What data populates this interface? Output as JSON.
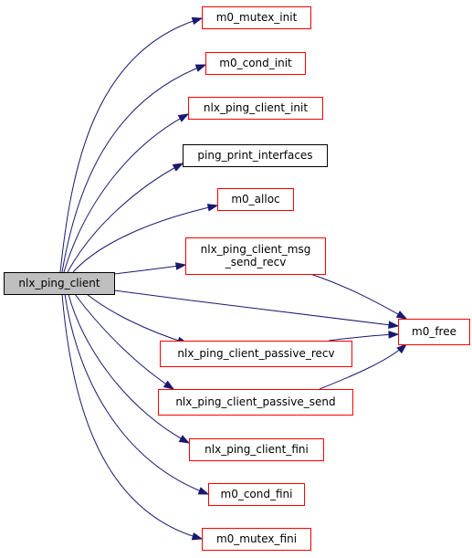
{
  "colors": {
    "root_fill": "#bfbfbf",
    "root_border": "#000000",
    "linked_border": "#ff0000",
    "plain_border": "#000000",
    "edge": "#191970"
  },
  "graph": {
    "root": {
      "id": "nlx_ping_client",
      "lines": [
        "nlx_ping_client"
      ]
    },
    "nodes": [
      {
        "id": "m0_mutex_init",
        "lines": [
          "m0_mutex_init"
        ],
        "border": "red"
      },
      {
        "id": "m0_cond_init",
        "lines": [
          "m0_cond_init"
        ],
        "border": "red"
      },
      {
        "id": "nlx_ping_client_init",
        "lines": [
          "nlx_ping_client_init"
        ],
        "border": "red"
      },
      {
        "id": "ping_print_interfaces",
        "lines": [
          "ping_print_interfaces"
        ],
        "border": "black"
      },
      {
        "id": "m0_alloc",
        "lines": [
          "m0_alloc"
        ],
        "border": "red"
      },
      {
        "id": "nlx_ping_client_msg_send_recv",
        "lines": [
          "nlx_ping_client_msg",
          "_send_recv"
        ],
        "border": "red"
      },
      {
        "id": "m0_free",
        "lines": [
          "m0_free"
        ],
        "border": "red"
      },
      {
        "id": "nlx_ping_client_passive_recv",
        "lines": [
          "nlx_ping_client_passive_recv"
        ],
        "border": "red"
      },
      {
        "id": "nlx_ping_client_passive_send",
        "lines": [
          "nlx_ping_client_passive_send"
        ],
        "border": "red"
      },
      {
        "id": "nlx_ping_client_fini",
        "lines": [
          "nlx_ping_client_fini"
        ],
        "border": "red"
      },
      {
        "id": "m0_cond_fini",
        "lines": [
          "m0_cond_fini"
        ],
        "border": "red"
      },
      {
        "id": "m0_mutex_fini",
        "lines": [
          "m0_mutex_fini"
        ],
        "border": "red"
      }
    ],
    "edges": [
      {
        "from": "nlx_ping_client",
        "to": "m0_mutex_init"
      },
      {
        "from": "nlx_ping_client",
        "to": "m0_cond_init"
      },
      {
        "from": "nlx_ping_client",
        "to": "nlx_ping_client_init"
      },
      {
        "from": "nlx_ping_client",
        "to": "ping_print_interfaces"
      },
      {
        "from": "nlx_ping_client",
        "to": "m0_alloc"
      },
      {
        "from": "nlx_ping_client",
        "to": "nlx_ping_client_msg_send_recv"
      },
      {
        "from": "nlx_ping_client",
        "to": "m0_free"
      },
      {
        "from": "nlx_ping_client",
        "to": "nlx_ping_client_passive_recv"
      },
      {
        "from": "nlx_ping_client",
        "to": "nlx_ping_client_passive_send"
      },
      {
        "from": "nlx_ping_client",
        "to": "nlx_ping_client_fini"
      },
      {
        "from": "nlx_ping_client",
        "to": "m0_cond_fini"
      },
      {
        "from": "nlx_ping_client",
        "to": "m0_mutex_fini"
      },
      {
        "from": "nlx_ping_client_msg_send_recv",
        "to": "m0_free"
      },
      {
        "from": "nlx_ping_client_passive_recv",
        "to": "m0_free"
      },
      {
        "from": "nlx_ping_client_passive_send",
        "to": "m0_free"
      }
    ]
  }
}
